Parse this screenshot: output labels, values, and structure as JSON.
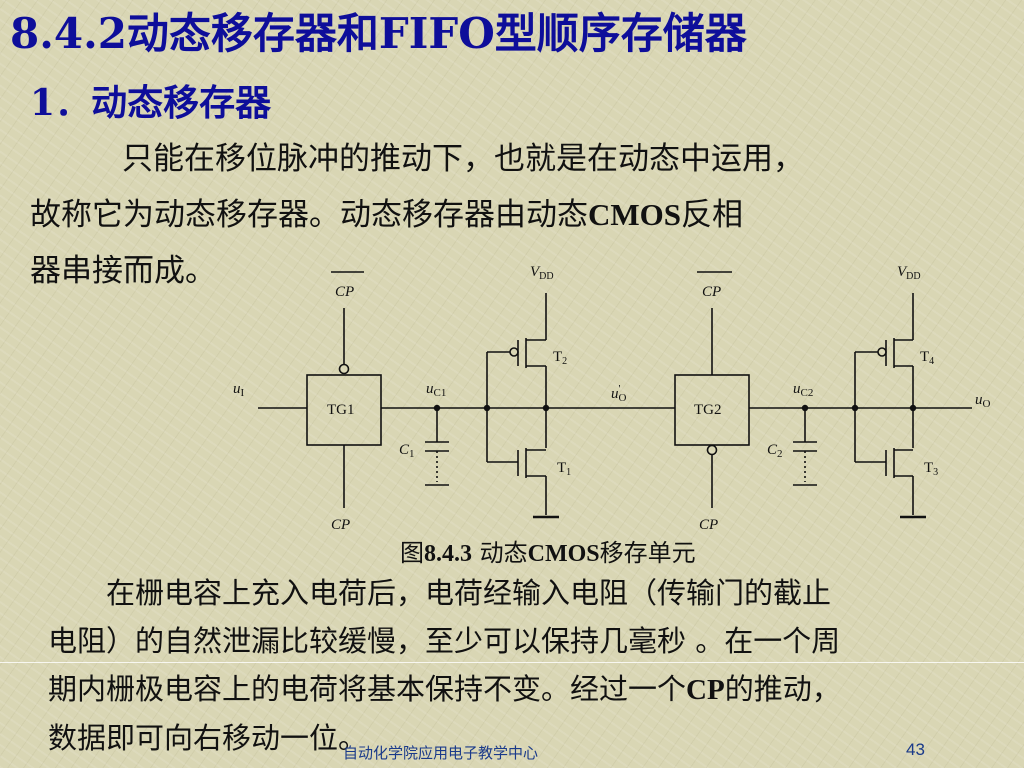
{
  "title": "8.4.2动态移存器和FIFO型顺序存储器",
  "section": {
    "number": "1．",
    "label": "动态移存器"
  },
  "para1": {
    "line1": "只能在移位脉冲的推动下，也就是在动态中运用，",
    "line2_pre": "故称它为动态移存器。动态移存器由动态",
    "line2_bold": "CMOS",
    "line2_post": "反相",
    "line3": "器串接而成。"
  },
  "figure": {
    "caption_prefix": "图",
    "caption_number": "8.4.3",
    "caption_mid": " 动态",
    "caption_bold": "CMOS",
    "caption_post": "移存单元",
    "labels": {
      "tg1": "TG1",
      "tg2": "TG2",
      "cp_bar_1": "CP",
      "cp_bar_2": "CP",
      "cp_1": "CP",
      "cp_2": "CP",
      "ui": "u",
      "ui_sub": "I",
      "uc1": "u",
      "uc1_sub": "C1",
      "uo_prime": "u",
      "uo_prime_sub": "O",
      "uo_prime_mark": "'",
      "uc2": "u",
      "uc2_sub": "C2",
      "uo": "u",
      "uo_sub": "O",
      "c1": "C",
      "c1_sub": "1",
      "c2": "C",
      "c2_sub": "2",
      "vdd1": "V",
      "vdd1_sub": "DD",
      "vdd2": "V",
      "vdd2_sub": "DD",
      "t1": "T",
      "t1_sub": "1",
      "t2": "T",
      "t2_sub": "2",
      "t3": "T",
      "t3_sub": "3",
      "t4": "T",
      "t4_sub": "4"
    }
  },
  "para2": {
    "line1": "在栅电容上充入电荷后，电荷经输入电阻（传输门的截止",
    "line2": "电阻）的自然泄漏比较缓慢，至少可以保持几毫秒 。在一个周",
    "line3_pre": "期内栅极电容上的电荷将基本保持不变。经过一个",
    "line3_bold": "CP",
    "line3_post": "的推动，",
    "line4": "数据即可向右移动一位。"
  },
  "footer": {
    "left": "自动化学院应用电子教学中心",
    "page": "43"
  },
  "colors": {
    "title": "#0e0e9a",
    "background": "#d9d6b4",
    "footer": "#1a3a8a"
  }
}
